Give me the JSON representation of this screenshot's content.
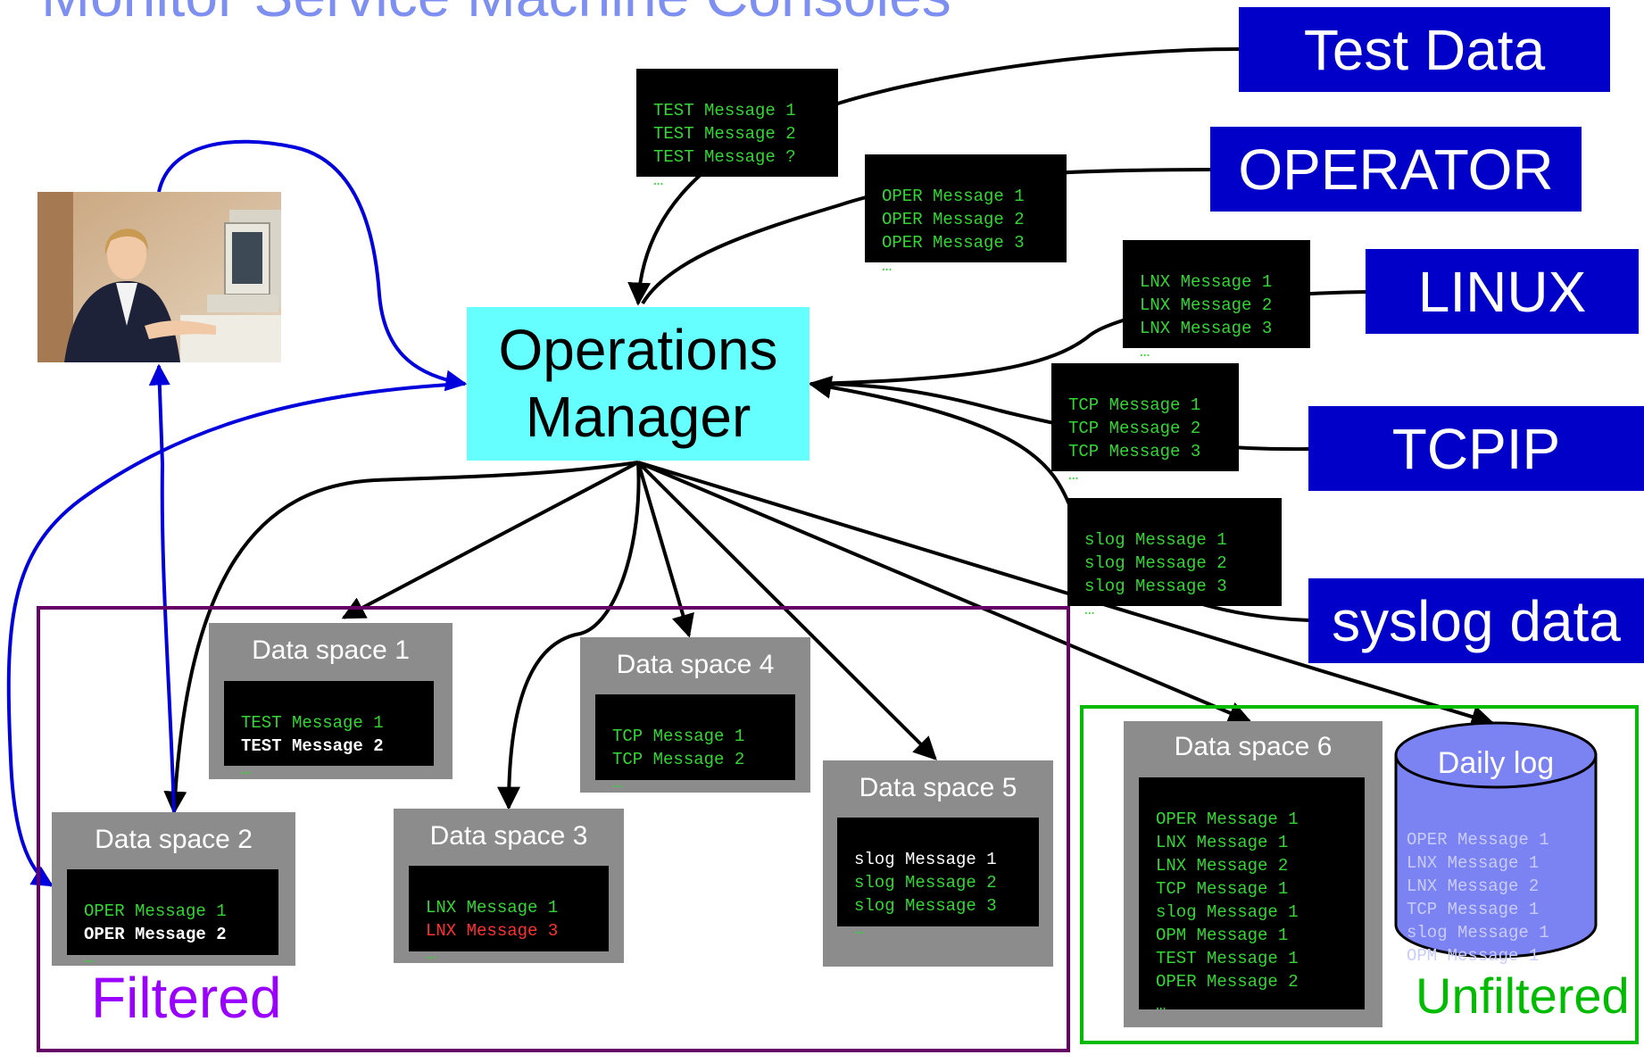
{
  "title": "Monitor Service Machine Consoles",
  "colors": {
    "title": "#7d8ff0",
    "source_box": "#0000c8",
    "operations_manager": "#66ffff",
    "filtered": "#660066",
    "filtered_label": "#9900ff",
    "unfiltered": "#00bb00",
    "user_arrows": "#0000dd",
    "daily_log": "#7b82f2",
    "message_green": "#33d633",
    "message_red": "#ff3030"
  },
  "sources": [
    {
      "label": "Test Data",
      "messages": [
        "TEST Message 1",
        "TEST Message 2",
        "TEST Message ?",
        "…"
      ]
    },
    {
      "label": "OPERATOR",
      "messages": [
        "OPER Message 1",
        "OPER Message 2",
        "OPER Message 3",
        "…"
      ]
    },
    {
      "label": "LINUX",
      "messages": [
        "LNX Message 1",
        "LNX Message 2",
        "LNX Message 3",
        "…"
      ]
    },
    {
      "label": "TCPIP",
      "messages": [
        "TCP Message 1",
        "TCP Message 2",
        "TCP Message 3",
        "…"
      ]
    },
    {
      "label": "syslog data",
      "messages": [
        "slog Message 1",
        "slog Message 2",
        "slog Message 3",
        "…"
      ]
    }
  ],
  "operations_manager": {
    "line1": "Operations",
    "line2": "Manager"
  },
  "filtered_label": "Filtered",
  "unfiltered_label": "Unfiltered",
  "data_spaces": [
    {
      "label": "Data space 1",
      "messages": [
        {
          "text": "TEST Message 1",
          "style": "green"
        },
        {
          "text": "TEST Message 2",
          "style": "white"
        },
        {
          "text": "…",
          "style": "green"
        }
      ]
    },
    {
      "label": "Data space 2",
      "messages": [
        {
          "text": "OPER Message 1",
          "style": "green"
        },
        {
          "text": "OPER Message 2",
          "style": "white"
        },
        {
          "text": "…",
          "style": "green"
        }
      ]
    },
    {
      "label": "Data space 3",
      "messages": [
        {
          "text": "LNX Message 1",
          "style": "green"
        },
        {
          "text": "LNX Message 3",
          "style": "red"
        },
        {
          "text": "…",
          "style": "green"
        }
      ]
    },
    {
      "label": "Data space 4",
      "messages": [
        {
          "text": "TCP Message 1",
          "style": "green"
        },
        {
          "text": "TCP Message 2",
          "style": "green"
        },
        {
          "text": "…",
          "style": "green"
        }
      ]
    },
    {
      "label": "Data space 5",
      "messages": [
        {
          "text": "slog Message 1",
          "style": "white-plain"
        },
        {
          "text": "slog Message 2",
          "style": "green"
        },
        {
          "text": "slog Message 3",
          "style": "green"
        },
        {
          "text": "…",
          "style": "green"
        }
      ]
    },
    {
      "label": "Data space 6",
      "messages": [
        {
          "text": "OPER Message 1",
          "style": "green"
        },
        {
          "text": "LNX Message 1",
          "style": "green"
        },
        {
          "text": "LNX Message 2",
          "style": "green"
        },
        {
          "text": "TCP Message 1",
          "style": "green"
        },
        {
          "text": "slog Message 1",
          "style": "green"
        },
        {
          "text": "OPM Message 1",
          "style": "green"
        },
        {
          "text": "TEST Message 1",
          "style": "green"
        },
        {
          "text": "OPER Message 2",
          "style": "green"
        },
        {
          "text": "…",
          "style": "green"
        }
      ]
    }
  ],
  "daily_log": {
    "label": "Daily log",
    "messages": [
      "OPER Message 1",
      "LNX Message 1",
      "LNX Message 2",
      "TCP Message 1",
      "slog Message 1",
      "OPM Message 1"
    ]
  }
}
